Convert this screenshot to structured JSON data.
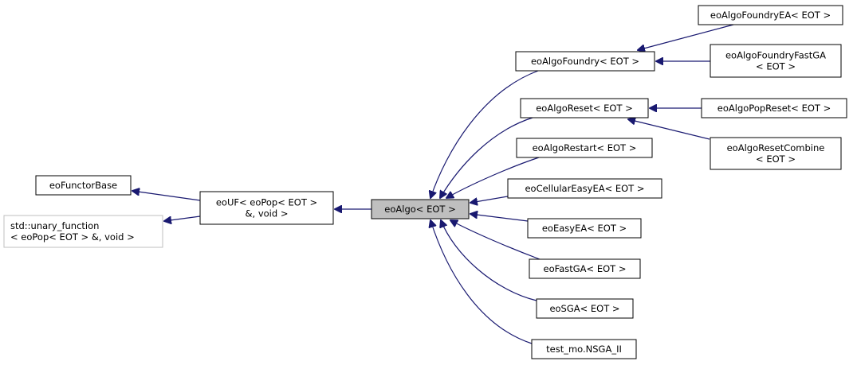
{
  "diagram": {
    "type": "class-inheritance-graph",
    "edge_color": "#191970",
    "nodes": [
      {
        "id": "eoFunctorBase",
        "lines": [
          "eoFunctorBase"
        ],
        "style": "normal"
      },
      {
        "id": "std_unary_function",
        "lines": [
          "std::unary_function",
          "< eoPop< EOT > &, void >"
        ],
        "style": "external"
      },
      {
        "id": "eoUF",
        "lines": [
          "eoUF< eoPop< EOT >",
          "&, void >"
        ],
        "style": "normal"
      },
      {
        "id": "eoAlgo",
        "lines": [
          "eoAlgo< EOT >"
        ],
        "style": "focus"
      },
      {
        "id": "eoAlgoFoundry",
        "lines": [
          "eoAlgoFoundry< EOT >"
        ],
        "style": "normal"
      },
      {
        "id": "eoAlgoFoundryEA",
        "lines": [
          "eoAlgoFoundryEA< EOT >"
        ],
        "style": "normal"
      },
      {
        "id": "eoAlgoFoundryFastGA",
        "lines": [
          "eoAlgoFoundryFastGA",
          "< EOT >"
        ],
        "style": "normal"
      },
      {
        "id": "eoAlgoReset",
        "lines": [
          "eoAlgoReset< EOT >"
        ],
        "style": "normal"
      },
      {
        "id": "eoAlgoPopReset",
        "lines": [
          "eoAlgoPopReset< EOT >"
        ],
        "style": "normal"
      },
      {
        "id": "eoAlgoResetCombine",
        "lines": [
          "eoAlgoResetCombine",
          "< EOT >"
        ],
        "style": "normal"
      },
      {
        "id": "eoAlgoRestart",
        "lines": [
          "eoAlgoRestart< EOT >"
        ],
        "style": "normal"
      },
      {
        "id": "eoCellularEasyEA",
        "lines": [
          "eoCellularEasyEA< EOT >"
        ],
        "style": "normal"
      },
      {
        "id": "eoEasyEA",
        "lines": [
          "eoEasyEA< EOT >"
        ],
        "style": "normal"
      },
      {
        "id": "eoFastGA",
        "lines": [
          "eoFastGA< EOT >"
        ],
        "style": "normal"
      },
      {
        "id": "eoSGA",
        "lines": [
          "eoSGA< EOT >"
        ],
        "style": "normal"
      },
      {
        "id": "test_mo_NSGA_II",
        "lines": [
          "test_mo.NSGA_II"
        ],
        "style": "normal"
      }
    ],
    "edges": [
      {
        "from": "eoUF",
        "to": "eoFunctorBase"
      },
      {
        "from": "eoUF",
        "to": "std_unary_function"
      },
      {
        "from": "eoAlgo",
        "to": "eoUF"
      },
      {
        "from": "eoAlgoFoundry",
        "to": "eoAlgo"
      },
      {
        "from": "eoAlgoReset",
        "to": "eoAlgo"
      },
      {
        "from": "eoAlgoRestart",
        "to": "eoAlgo"
      },
      {
        "from": "eoCellularEasyEA",
        "to": "eoAlgo"
      },
      {
        "from": "eoEasyEA",
        "to": "eoAlgo"
      },
      {
        "from": "eoFastGA",
        "to": "eoAlgo"
      },
      {
        "from": "eoSGA",
        "to": "eoAlgo"
      },
      {
        "from": "test_mo_NSGA_II",
        "to": "eoAlgo"
      },
      {
        "from": "eoAlgoFoundryEA",
        "to": "eoAlgoFoundry"
      },
      {
        "from": "eoAlgoFoundryFastGA",
        "to": "eoAlgoFoundry"
      },
      {
        "from": "eoAlgoPopReset",
        "to": "eoAlgoReset"
      },
      {
        "from": "eoAlgoResetCombine",
        "to": "eoAlgoReset"
      }
    ]
  }
}
